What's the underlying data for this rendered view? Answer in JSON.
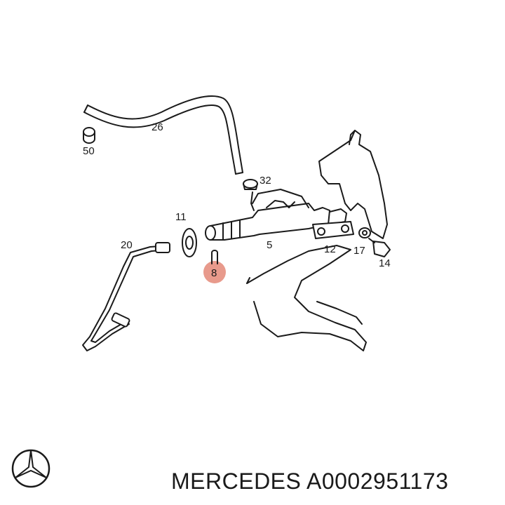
{
  "diagram": {
    "callouts": {
      "c26": "26",
      "c50": "50",
      "c32": "32",
      "c11": "11",
      "c20": "20",
      "c5": "5",
      "c12": "12",
      "c17": "17",
      "c14": "14",
      "c8": "8"
    },
    "highlight_color": "#e89a8c"
  },
  "footer": {
    "brand": "MERCEDES",
    "part_number": "A0002951173"
  },
  "logo": {
    "icon": "mercedes-star-icon"
  }
}
